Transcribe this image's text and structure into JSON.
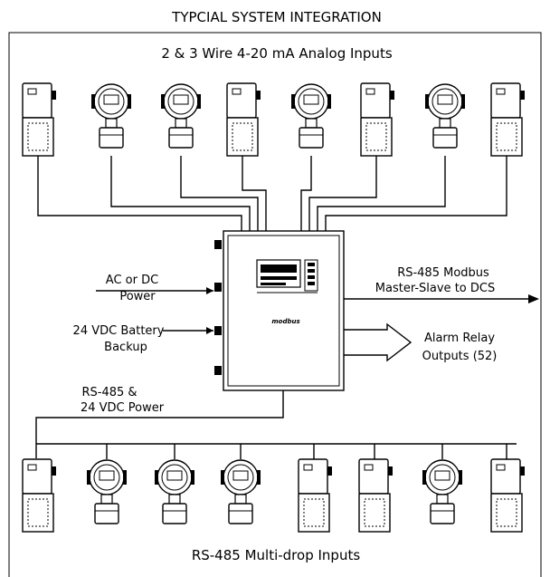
{
  "diagram": {
    "header": "TYPCIAL SYSTEM INTEGRATION",
    "top_section_title": "2 & 3 Wire 4-20 mA Analog Inputs",
    "bottom_section_title": "RS-485 Multi-drop Inputs",
    "controller_brand": "modbus",
    "labels": {
      "power_line1": "AC or DC",
      "power_line2": "Power",
      "battery_line1": "24 VDC Battery",
      "battery_line2": "Backup",
      "modbus_line1": "RS-485 Modbus",
      "modbus_line2": "Master-Slave to DCS",
      "relay_line1": "Alarm Relay",
      "relay_line2": "Outputs (52)",
      "rs485_line1": "RS-485 &",
      "rs485_line2": "24 VDC Power"
    },
    "top_sensors": [
      "box",
      "round",
      "round",
      "box",
      "round",
      "box",
      "round",
      "box"
    ],
    "bottom_sensors": [
      "box",
      "round",
      "round",
      "round",
      "box",
      "box",
      "round",
      "box"
    ]
  }
}
